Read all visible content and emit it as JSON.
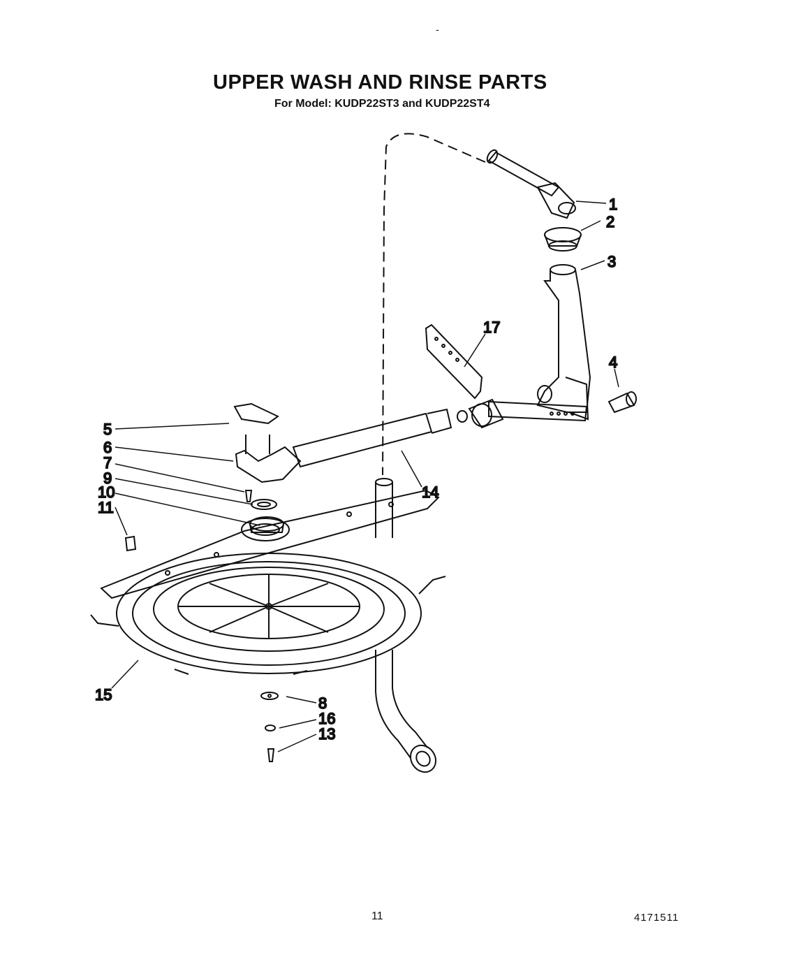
{
  "header": {
    "title": "UPPER WASH AND RINSE PARTS",
    "subtitle": "For Model: KUDP22ST3 and KUDP22ST4",
    "top_mark": "-"
  },
  "callouts": [
    "1",
    "2",
    "3",
    "4",
    "5",
    "6",
    "7",
    "9",
    "10",
    "11",
    "14",
    "15",
    "8",
    "16",
    "13",
    "17"
  ],
  "footer": {
    "page_number": "11",
    "doc_number": "4171511"
  }
}
